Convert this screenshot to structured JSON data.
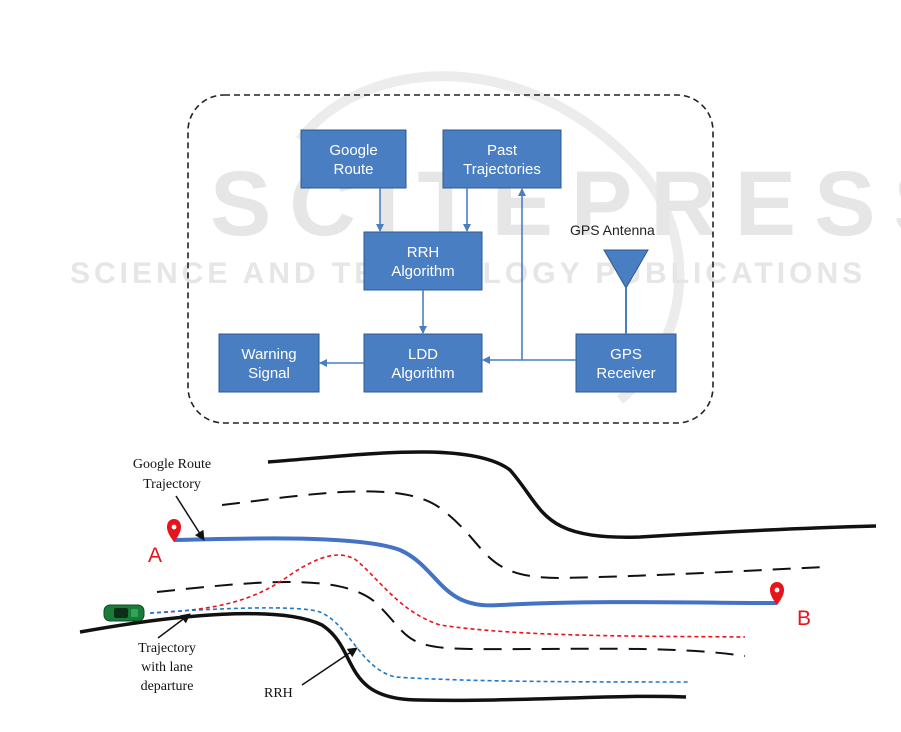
{
  "watermark": {
    "line1": "SCITEPRESS",
    "line2": "SCIENCE AND TECHNOLOGY PUBLICATIONS"
  },
  "block_diagram": {
    "boxes": {
      "google_route": [
        "Google",
        "Route"
      ],
      "past_trajectories": [
        "Past",
        "Trajectories"
      ],
      "rrh_algorithm": [
        "RRH",
        "Algorithm"
      ],
      "ldd_algorithm": [
        "LDD",
        "Algorithm"
      ],
      "warning_signal": [
        "Warning",
        "Signal"
      ],
      "gps_receiver": [
        "GPS",
        "Receiver"
      ]
    },
    "gps_antenna_label": "GPS Antenna",
    "box_color": "#4a7ec2",
    "box_border_color": "#2f5a8f",
    "arrow_color": "#4a7ec2"
  },
  "road_diagram": {
    "google_route_label": [
      "Google Route",
      "Trajectory"
    ],
    "departure_label": [
      "Trajectory",
      "with lane",
      "departure"
    ],
    "rrh_label": "RRH",
    "point_a": "A",
    "point_b": "B",
    "route_color": "#4472c4",
    "departure_color": "#e8141b",
    "rrh_color": "#1f78c8",
    "marker_color": "#e8141b",
    "car_color": "#1a7a3a"
  }
}
